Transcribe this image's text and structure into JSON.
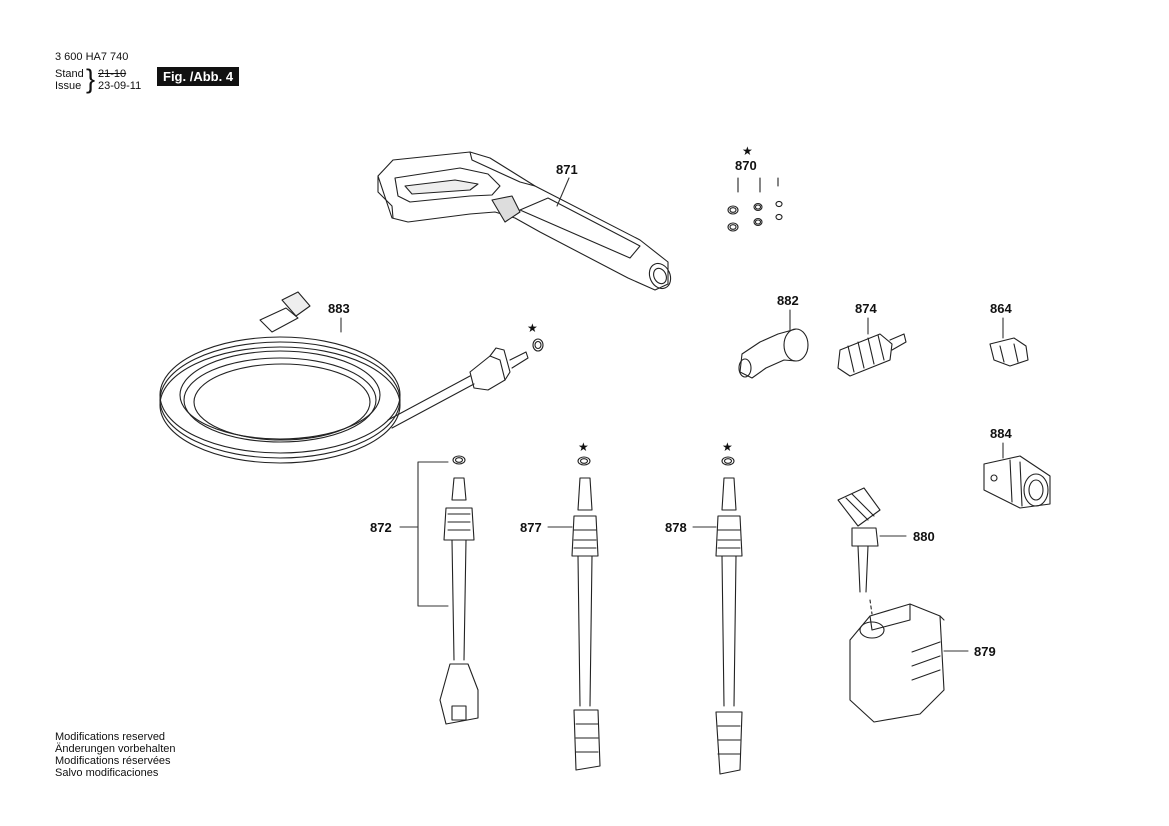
{
  "header": {
    "doc_number": "3 600 HA7 740",
    "stand_label": "Stand",
    "issue_label": "Issue",
    "stand_date": "21-10",
    "issue_date": "23-09-11",
    "figure_label": "Fig. /Abb. 4"
  },
  "notes": [
    "Modifications reserved",
    "Änderungen vorbehalten",
    "Modifications réservées",
    "Salvo modificaciones"
  ],
  "parts": {
    "p871": "871",
    "p870": "870",
    "p883": "883",
    "p882": "882",
    "p874": "874",
    "p864": "864",
    "p884": "884",
    "p872": "872",
    "p877": "877",
    "p878": "878",
    "p880": "880",
    "p879": "879"
  },
  "star_symbol": "★"
}
